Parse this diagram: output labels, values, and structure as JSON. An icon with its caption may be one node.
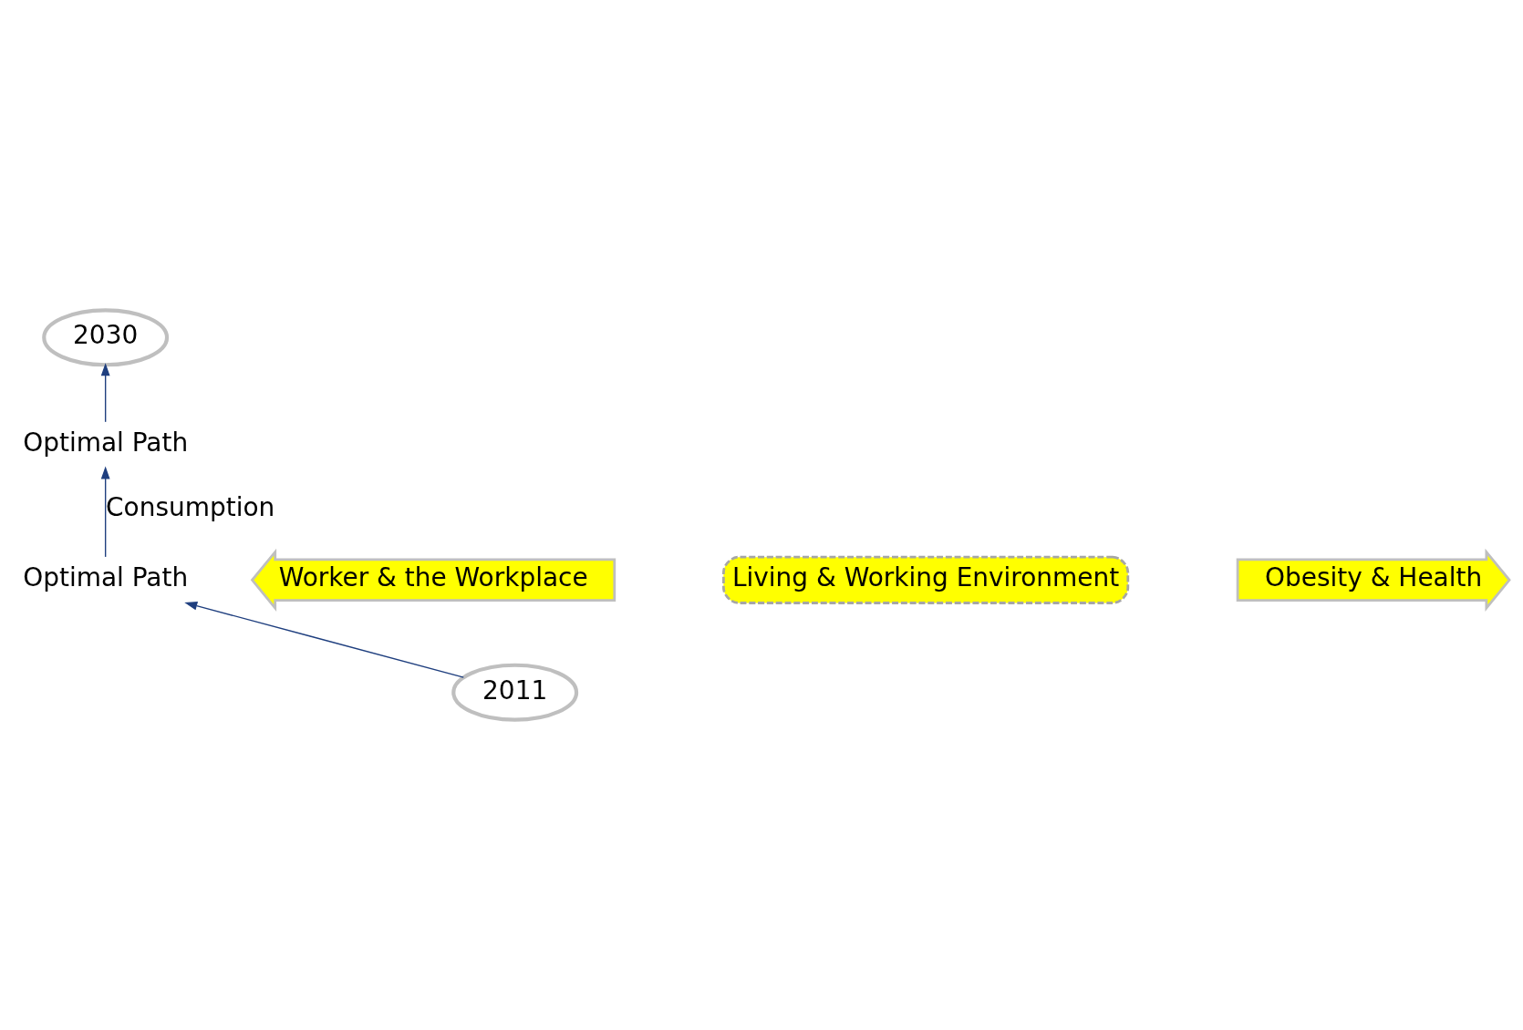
{
  "diagram": {
    "nodes": [
      {
        "text": [
          "2030"
        ]
      },
      {
        "text": [
          "Optimal Path"
        ]
      },
      {
        "text": [
          "Optimal Path"
        ]
      },
      {
        "text": [
          "Living & Working Environment"
        ]
      },
      {
        "text": [
          "Worker & the Workplace"
        ]
      },
      {
        "text": [
          "Obesity & Health"
        ]
      },
      {
        "text": [
          "2011"
        ]
      }
    ],
    "edges": [
      {
        "from": 1,
        "to": 0,
        "arrow": "to"
      },
      {
        "from": 2,
        "to": 1,
        "arrow": "to",
        "label": "Consumption"
      },
      {
        "from": 6,
        "to": 2,
        "arrow": "to"
      }
    ]
  }
}
